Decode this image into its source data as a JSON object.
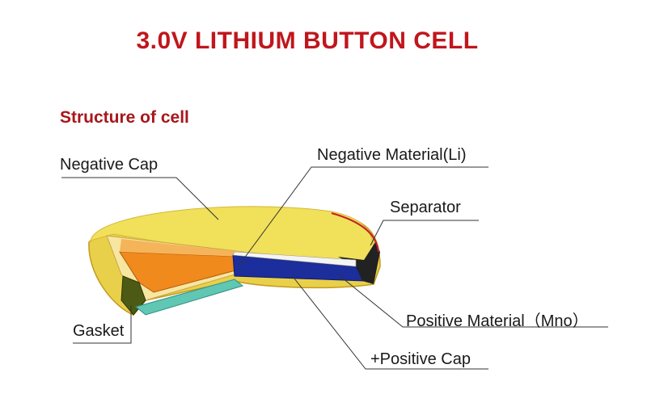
{
  "title": "3.0V LITHIUM BUTTON CELL",
  "subtitle": "Structure of cell",
  "labels": {
    "negative_cap": "Negative Cap",
    "negative_material": "Negative Material(Li)",
    "separator": "Separator",
    "positive_material": "Positive Material（Mno）",
    "gasket": "Gasket",
    "positive_cap": "+Positive Cap"
  },
  "colors": {
    "title": "#c0161c",
    "subtitle": "#a8161b",
    "top_cap": "#f1e05a",
    "negative_material": "#f08a1c",
    "positive_material": "#1c2e9c",
    "separator": "#222222",
    "gasket": "#4d5a14",
    "positive_cap": "#5fc7b4",
    "rim": "#c61e28"
  }
}
